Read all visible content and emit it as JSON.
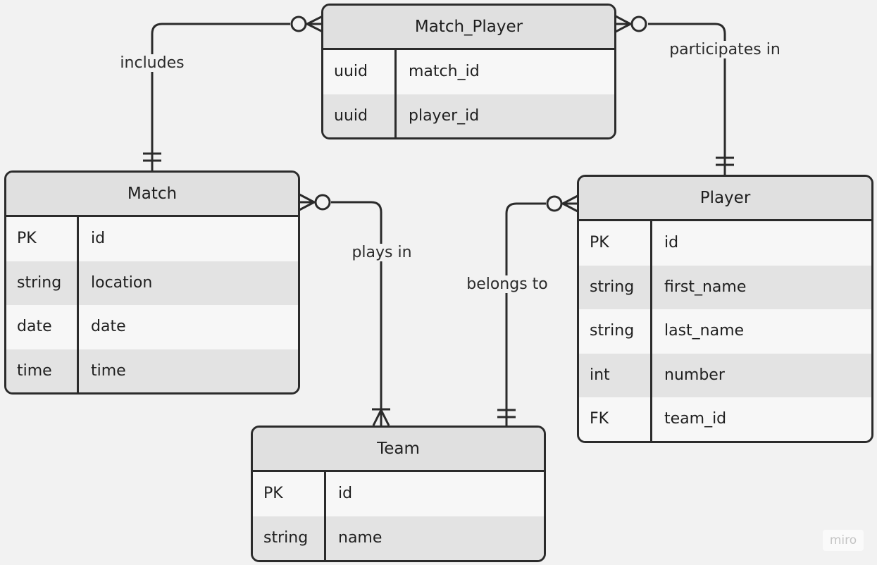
{
  "entities": {
    "match_player": {
      "title": "Match_Player",
      "rows": [
        {
          "type": "uuid",
          "name": "match_id"
        },
        {
          "type": "uuid",
          "name": "player_id"
        }
      ]
    },
    "match": {
      "title": "Match",
      "rows": [
        {
          "type": "PK",
          "name": "id"
        },
        {
          "type": "string",
          "name": "location"
        },
        {
          "type": "date",
          "name": "date"
        },
        {
          "type": "time",
          "name": "time"
        }
      ]
    },
    "player": {
      "title": "Player",
      "rows": [
        {
          "type": "PK",
          "name": "id"
        },
        {
          "type": "string",
          "name": "first_name"
        },
        {
          "type": "string",
          "name": "last_name"
        },
        {
          "type": "int",
          "name": "number"
        },
        {
          "type": "FK",
          "name": "team_id"
        }
      ]
    },
    "team": {
      "title": "Team",
      "rows": [
        {
          "type": "PK",
          "name": "id"
        },
        {
          "type": "string",
          "name": "name"
        }
      ]
    }
  },
  "relationships": {
    "includes": {
      "label": "includes",
      "from": "Match",
      "to": "Match_Player",
      "from_end": "one-and-only-one",
      "to_end": "zero-or-many"
    },
    "participates_in": {
      "label": "participates in",
      "from": "Player",
      "to": "Match_Player",
      "from_end": "one-and-only-one",
      "to_end": "zero-or-many"
    },
    "plays_in": {
      "label": "plays in",
      "from": "Team",
      "to": "Match",
      "from_end": "one-or-many",
      "to_end": "zero-or-many"
    },
    "belongs_to": {
      "label": "belongs to",
      "from": "Team",
      "to": "Player",
      "from_end": "one-and-only-one",
      "to_end": "zero-or-many"
    }
  },
  "watermark": "miro",
  "colors": {
    "background": "#f2f2f2",
    "line": "#2b2b2b",
    "header": "#e0e0e0",
    "row_light": "#f7f7f7",
    "row_dark": "#e3e3e3",
    "watermark": "#c4c4c4"
  }
}
